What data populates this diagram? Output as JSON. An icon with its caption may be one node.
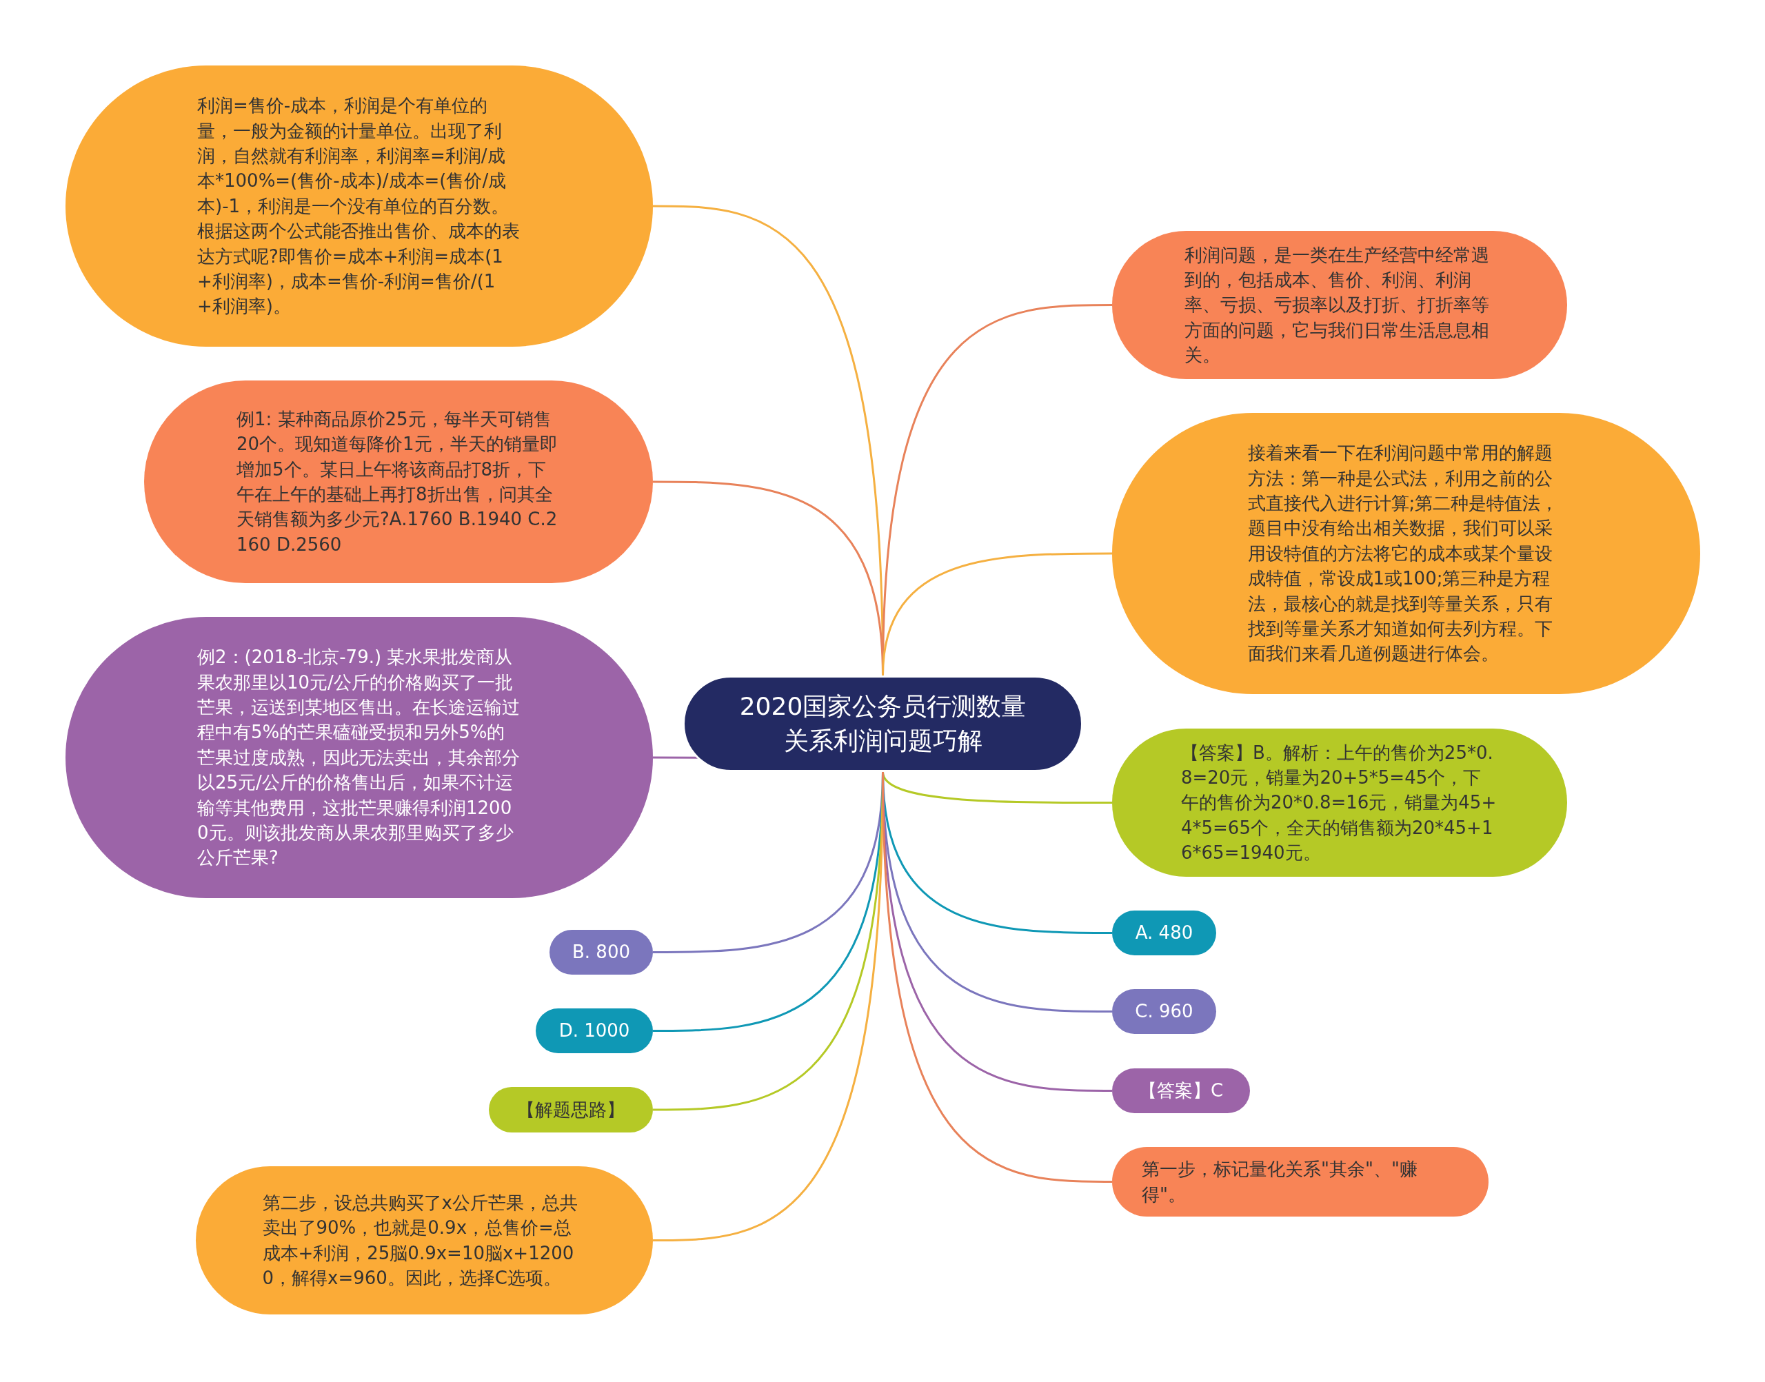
{
  "diagram": {
    "nodes": [
      {
        "text": [
          "2020国家公务员行测数量关系利润问题巧解"
        ]
      },
      {
        "text": [
          "利润=售价-成本，利润是个有单位的量，一般为金额的计量单位。出现了利润，自然就有利润率，利润率=利润/成本*100%=(售价-成本)/成本=(售价/成本)-1，利润是一个没有单位的百分数。根据这两个公式能否推出售价、成本的表达方式呢?即售价=成本+利润=成本(1+利润率)，成本=售价-利润=售价/(1+利润率)。"
        ]
      },
      {
        "text": [
          "例1: 某种商品原价25元，每半天可销售20个。现知道每降价1元，半天的销量即增加5个。某日上午将该商品打8折，下午在上午的基础上再打8折出售，问其全天销售额为多少元?A.1760 B.1940 C.2160 D.2560"
        ]
      },
      {
        "text": [
          "例2：(2018-北京-79.) 某水果批发商从果农那里以10元/公斤的价格购买了一批芒果，运送到某地区售出。在长途运输过程中有5%的芒果磕碰受损和另外5%的芒果过度成熟，因此无法卖出，其余部分以25元/公斤的价格售出后，如果不计运输等其他费用，这批芒果赚得利润12000元。则该批发商从果农那里购买了多少公斤芒果?"
        ]
      },
      {
        "text": [
          "B. 800"
        ]
      },
      {
        "text": [
          "D. 1000"
        ]
      },
      {
        "text": [
          "【解题思路】"
        ]
      },
      {
        "text": [
          "第二步，设总共购买了x公斤芒果，总共卖出了90%，也就是0.9x，总售价=总成本+利润，25脳0.9x=10脳x+12000，解得x=960。因此，选择C选项。"
        ]
      },
      {
        "text": [
          "利润问题，是一类在生产经营中经常遇到的，包括成本、售价、利润、利润率、亏损、亏损率以及打折、打折率等方面的问题，它与我们日常生活息息相关。"
        ]
      },
      {
        "text": [
          "接着来看一下在利润问题中常用的解题方法：第一种是公式法，利用之前的公式直接代入进行计算;第二种是特值法，题目中没有给出相关数据，我们可以采用设特值的方法将它的成本或某个量设成特值，常设成1或100;第三种是方程法，最核心的就是找到等量关系，只有找到等量关系才知道如何去列方程。下面我们来看几道例题进行体会。"
        ]
      },
      {
        "text": [
          "【答案】B。解析：上午的售价为25*0.8=20元，销量为20+5*5=45个，下午的售价为20*0.8=16元，销量为45+4*5=65个，全天的销售额为20*45+16*65=1940元。"
        ]
      },
      {
        "text": [
          "A. 480"
        ]
      },
      {
        "text": [
          "C. 960"
        ]
      },
      {
        "text": [
          "【答案】C"
        ]
      },
      {
        "text": [
          "第一步，标记量化关系\"其余\"、\"赚得\"。"
        ]
      }
    ],
    "edges": [
      {
        "from": 0,
        "to": 1,
        "arrow": "none",
        "color": "#f5b041"
      },
      {
        "from": 0,
        "to": 2,
        "arrow": "none",
        "color": "#e8825a"
      },
      {
        "from": 0,
        "to": 3,
        "arrow": "none",
        "color": "#9c64a8"
      },
      {
        "from": 0,
        "to": 4,
        "arrow": "none",
        "color": "#7b76bd"
      },
      {
        "from": 0,
        "to": 5,
        "arrow": "none",
        "color": "#0f98b5"
      },
      {
        "from": 0,
        "to": 6,
        "arrow": "none",
        "color": "#b5c926"
      },
      {
        "from": 0,
        "to": 7,
        "arrow": "none",
        "color": "#f5b041"
      },
      {
        "from": 0,
        "to": 8,
        "arrow": "none",
        "color": "#e8825a"
      },
      {
        "from": 0,
        "to": 9,
        "arrow": "none",
        "color": "#f5b041"
      },
      {
        "from": 0,
        "to": 10,
        "arrow": "none",
        "color": "#b5c926"
      },
      {
        "from": 0,
        "to": 11,
        "arrow": "none",
        "color": "#0f98b5"
      },
      {
        "from": 0,
        "to": 12,
        "arrow": "none",
        "color": "#7b76bd"
      },
      {
        "from": 0,
        "to": 13,
        "arrow": "none",
        "color": "#9c64a8"
      },
      {
        "from": 0,
        "to": 14,
        "arrow": "none",
        "color": "#e8825a"
      }
    ]
  }
}
